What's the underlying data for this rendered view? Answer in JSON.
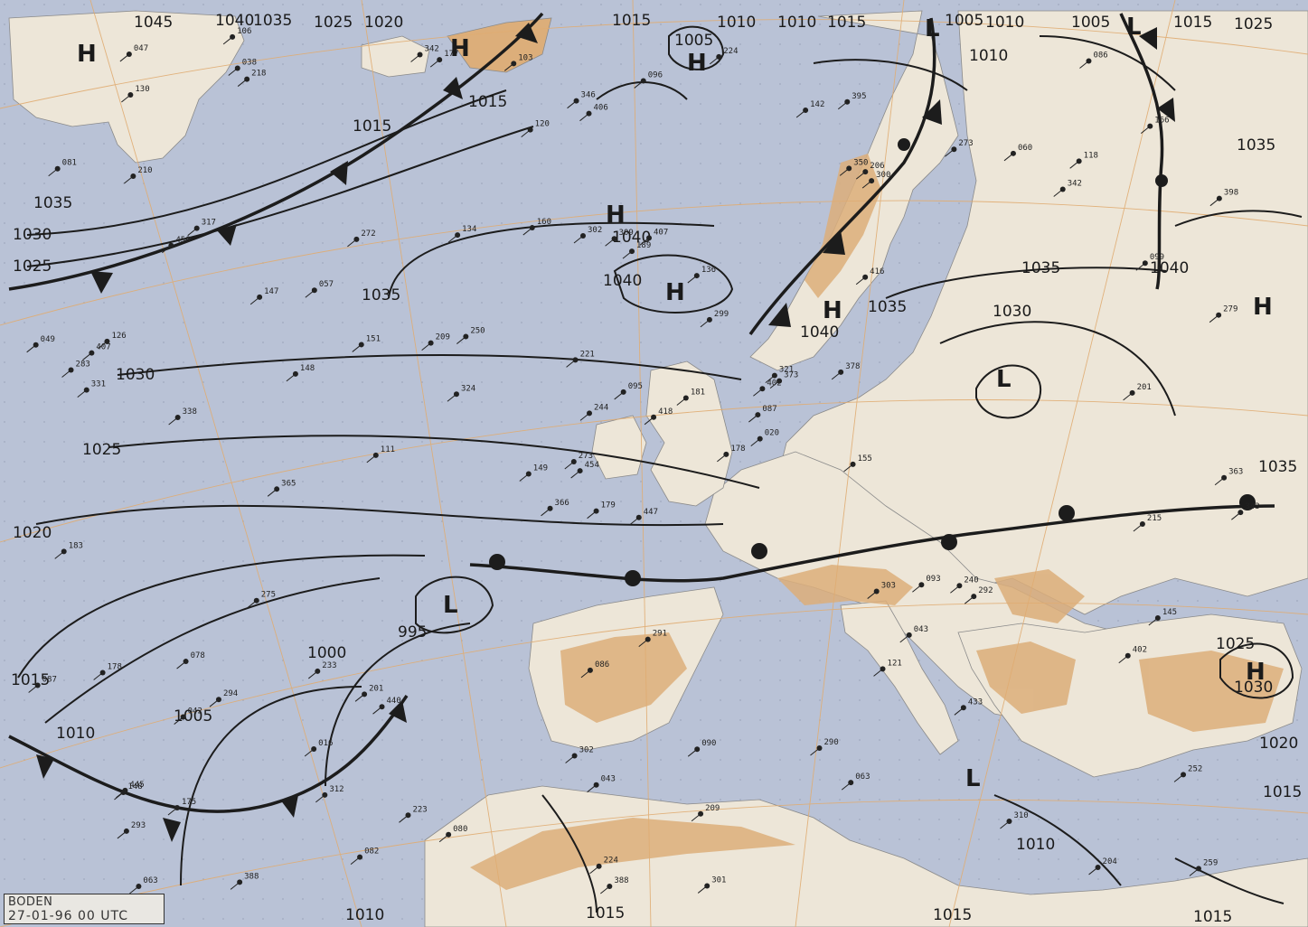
{
  "colors": {
    "sea": "#b9c2d6",
    "land_low": "#ede6d8",
    "land_high": "#dcae7a",
    "isobar": "#1c1c1c",
    "graticule": "#e0ac72"
  },
  "stamp": {
    "line1": "BODEN",
    "line2": "27-01-96 00 UTC"
  },
  "isobar_labels": [
    "1045",
    "1040",
    "1035",
    "1025",
    "1020",
    "1015",
    "1010",
    "1005",
    "1010",
    "1015",
    "1010",
    "1005",
    "1010",
    "1005",
    "1015",
    "1025",
    "1035",
    "1035",
    "1030",
    "1025",
    "1015",
    "1015",
    "1040",
    "1040",
    "1040",
    "1035",
    "1035",
    "1030",
    "1025",
    "1030",
    "1035",
    "1020",
    "995",
    "1000",
    "1015",
    "1005",
    "1010",
    "1010",
    "1015",
    "1015",
    "1025",
    "1030",
    "1020",
    "1015",
    "1010",
    "1015",
    "1035",
    "1040"
  ],
  "pressure_centers": [
    "H",
    "H",
    "H",
    "H",
    "H",
    "H",
    "H",
    "L",
    "L",
    "L",
    "L",
    "L",
    "H"
  ],
  "station_values": [
    "447",
    "456",
    "454",
    "445",
    "402",
    "440",
    "395",
    "407",
    "206",
    "178",
    "218",
    "259",
    "338",
    "398",
    "366",
    "416",
    "388",
    "302",
    "299",
    "294",
    "250",
    "293",
    "312",
    "309",
    "373",
    "292",
    "317",
    "406",
    "331",
    "303",
    "279",
    "273",
    "302",
    "244",
    "272",
    "273",
    "201",
    "204",
    "252",
    "240",
    "224",
    "209",
    "148",
    "121",
    "082",
    "049",
    "087",
    "063",
    "043",
    "020",
    "042",
    "099",
    "081",
    "043",
    "063",
    "016",
    "038",
    "047",
    "090",
    "118",
    "096",
    "111",
    "126",
    "057",
    "060",
    "106",
    "142",
    "120",
    "095",
    "087",
    "086",
    "080",
    "093",
    "151",
    "148",
    "130",
    "147",
    "183",
    "221",
    "209",
    "181",
    "175",
    "155",
    "145",
    "224",
    "201",
    "291",
    "310",
    "301",
    "290",
    "346",
    "343",
    "378",
    "433",
    "418",
    "402",
    "407",
    "388",
    "350",
    "300",
    "365",
    "342",
    "363",
    "283",
    "275",
    "233",
    "223",
    "321",
    "342",
    "324",
    "215",
    "210",
    "189",
    "149",
    "177",
    "178",
    "179",
    "166",
    "160",
    "103",
    "078",
    "086",
    "136",
    "134"
  ],
  "icons": [
    "warm-front-icon",
    "cold-front-icon",
    "occluded-front-icon",
    "station-model-icon"
  ]
}
